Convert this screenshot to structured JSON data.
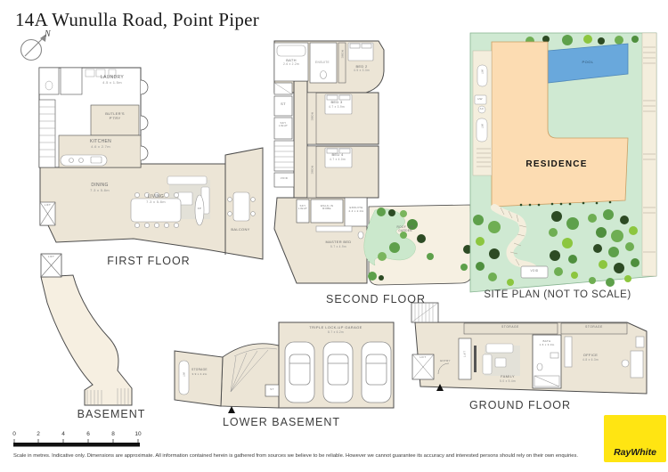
{
  "title": "14A Wunulla Road, Point Piper",
  "compass": {
    "label": "N"
  },
  "floors": {
    "first": {
      "label": "FIRST FLOOR",
      "rooms": {
        "laundry": {
          "name": "LAUNDRY",
          "dims": "4.5 x 1.5m"
        },
        "butlers": {
          "name": "BUTLER'S",
          "name2": "P'TRY"
        },
        "kitchen": {
          "name": "KITCHEN",
          "dims": "4.6 x 2.7m"
        },
        "dining": {
          "name": "DINING",
          "dims": "7.3 x 5.8m"
        },
        "living": {
          "name": "LIVING",
          "dims": "7.3 x 5.8m"
        },
        "balcony": {
          "name": "BALCONY"
        },
        "lift": {
          "name": "LIFT"
        },
        "fireplace": {
          "name": "FP"
        }
      }
    },
    "second": {
      "label": "SECOND FLOOR",
      "rooms": {
        "bath": {
          "name": "BATH",
          "dims": "2.6 x 2.2m"
        },
        "ensuite": {
          "name": "ENSUITE"
        },
        "robe": {
          "name": "ROBE"
        },
        "bed2": {
          "name": "BED 2",
          "dims": "4.5 x 3.3m"
        },
        "bed3": {
          "name": "BED 3",
          "dims": "4.7 x 3.9m"
        },
        "bed4": {
          "name": "BED 4",
          "dims": "4.7 x 4.0m"
        },
        "st": {
          "name": "ST"
        },
        "skylight": {
          "name": "SKY LIGHT"
        },
        "void": {
          "name": "VOID"
        },
        "walkin_robe": {
          "name": "WALK-IN ROBE"
        },
        "master_ensuite": {
          "name": "ENSUITE",
          "dims": "2.4 x 2.0m"
        },
        "master_bed": {
          "name": "MASTER BED",
          "dims": "5.7 x 4.9m"
        },
        "rooftop_garden": {
          "name": "ROOF TOP GARDEN"
        }
      }
    },
    "site": {
      "label": "SITE PLAN (NOT TO SCALE)",
      "items": {
        "residence": "RESIDENCE",
        "pool": "POOL",
        "wt": "WT",
        "hw": "HW",
        "ac": "AC",
        "void": "VOID"
      }
    },
    "basement": {
      "label": "BASEMENT",
      "rooms": {
        "lift": "LIFT"
      }
    },
    "lower_basement": {
      "label": "LOWER BASEMENT",
      "rooms": {
        "garage": {
          "name": "TRIPLE LOCK-UP GARAGE",
          "dims": "8.7 x 6.2m"
        },
        "storage": {
          "name": "STORAGE",
          "dims": "3.9 x 4.2m"
        },
        "wt": "WT",
        "st": "ST"
      }
    },
    "ground": {
      "label": "GROUND FLOOR",
      "rooms": {
        "storage1": "STORAGE",
        "storage2": "STORAGE",
        "lift": "LIFT",
        "entry": "ENTRY",
        "family": {
          "name": "FAMILY",
          "dims": "5.0 x 5.4m"
        },
        "bath": {
          "name": "BATH",
          "dims": "1.6 x 3.0m"
        },
        "office": {
          "name": "OFFICE",
          "dims": "4.8 x 6.3m"
        }
      }
    }
  },
  "scale_bar": {
    "ticks": [
      "0",
      "2",
      "4",
      "6",
      "8",
      "10"
    ]
  },
  "disclaimer": "Scale in metres. Indicative only. Dimensions are approximate. All information contained herein is gathered from sources we believe to be reliable. However we cannot guarantee its accuracy and interested persons should rely on their own enquiries.",
  "brand": {
    "name": "RayWhite"
  },
  "colors": {
    "floor_beige": "#ece5d6",
    "wall": "#4c4c4c",
    "site_green": "#cfe9d2",
    "garden_blob": "#cbe8cc",
    "pool_blue": "#69a8dc",
    "residence_peach": "#fcdcb2",
    "path_cream": "#f4eedd",
    "brand_yellow": "#ffe512",
    "tree_greens": [
      "#5ea04b",
      "#6fae53",
      "#8cc63f",
      "#4f8f3e",
      "#2d4b24"
    ]
  }
}
